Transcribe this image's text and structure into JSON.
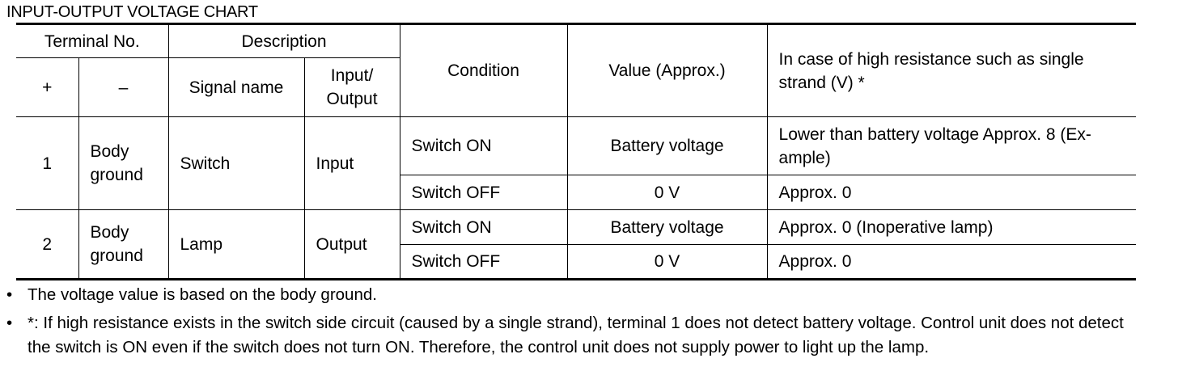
{
  "title": "INPUT-OUTPUT VOLTAGE CHART",
  "headers": {
    "terminal_no": "Terminal No.",
    "plus": "+",
    "minus": "–",
    "description": "Description",
    "signal_name": "Signal name",
    "input_output": "Input/ Output",
    "condition": "Condition",
    "value": "Value (Approx.)",
    "high_resistance": "In case of high resistance such as single strand (V) *"
  },
  "rows": [
    {
      "plus": "1",
      "minus": "Body ground",
      "signal_name": "Switch",
      "io": "Input",
      "conditions": [
        {
          "condition": "Switch ON",
          "value": "Battery voltage",
          "high_resistance": "Lower than battery voltage Approx. 8 (Ex-ample)"
        },
        {
          "condition": "Switch OFF",
          "value": "0 V",
          "high_resistance": "Approx. 0"
        }
      ]
    },
    {
      "plus": "2",
      "minus": "Body ground",
      "signal_name": "Lamp",
      "io": "Output",
      "conditions": [
        {
          "condition": "Switch ON",
          "value": "Battery voltage",
          "high_resistance": "Approx. 0 (Inoperative lamp)"
        },
        {
          "condition": "Switch OFF",
          "value": "0 V",
          "high_resistance": "Approx. 0"
        }
      ]
    }
  ],
  "notes": [
    {
      "bullet": "•",
      "text": "The voltage value is based on the body ground."
    },
    {
      "bullet": "•",
      "text": "*: If high resistance exists in the switch side circuit (caused by a single strand), terminal 1 does not detect battery voltage. Control unit does not detect the switch is ON even if the switch does not turn ON. Therefore, the control unit does not supply power to light up the lamp."
    }
  ]
}
